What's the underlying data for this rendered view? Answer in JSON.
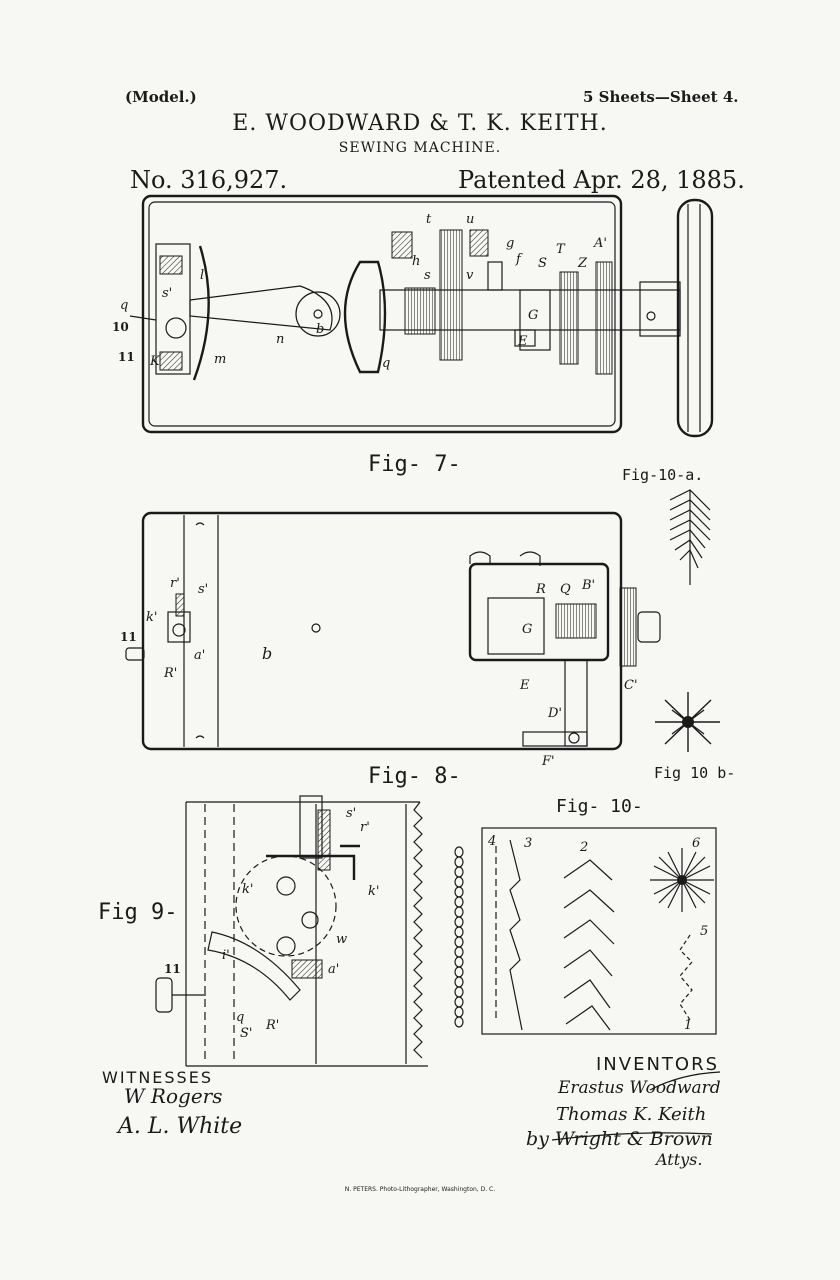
{
  "header": {
    "model": "(Model.)",
    "sheet": "5 Sheets—Sheet 4.",
    "inventors_line": "E. WOODWARD & T. K. KEITH.",
    "title": "SEWING MACHINE.",
    "patent_number": "No. 316,927.",
    "patent_date": "Patented Apr. 28, 1885."
  },
  "figures": {
    "fig7": "Fig- 7-",
    "fig8": "Fig- 8-",
    "fig9": "Fig 9-",
    "fig10": "Fig- 10-",
    "fig10a": "Fig-10-a.",
    "fig10b": "Fig 10 b-"
  },
  "fig7_letters": [
    "t",
    "u",
    "g",
    "h",
    "s",
    "v",
    "f",
    "S",
    "T",
    "A'",
    "Z",
    "l",
    "s'",
    "q",
    "10",
    "11",
    "K",
    "m",
    "n",
    "b",
    "q",
    "G",
    "E"
  ],
  "fig8_letters": [
    "r'",
    "s'",
    "k'",
    "a'",
    "11",
    "R'",
    "b",
    "R",
    "Q",
    "B'",
    "G",
    "E",
    "C'",
    "D'",
    "F'"
  ],
  "fig9_letters": [
    "s'",
    "r'",
    "k'",
    "k'",
    "w",
    "i'",
    "a'",
    "11",
    "q",
    "R'",
    "S'"
  ],
  "fig10_numbers": [
    "4",
    "3",
    "2",
    "6",
    "5",
    "1"
  ],
  "signatures": {
    "witnesses_label": "WITNESSES",
    "witness1": "W Rogers",
    "witness2": "A. L. White",
    "inventors_label": "INVENTORS",
    "inventor1": "Erastus Woodward",
    "inventor2": "Thomas K. Keith",
    "attorneys": "by Wright & Brown",
    "attys": "Attys."
  },
  "footer": "N. PETERS. Photo-Lithographer, Washington, D. C."
}
